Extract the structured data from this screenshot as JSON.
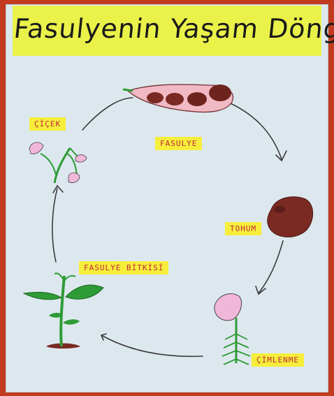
{
  "poster": {
    "title": "Fasulyenin Yaşam Döngüsü"
  },
  "stages": {
    "bean_label": "FASULYE",
    "seed_label": "TOHUM",
    "germination_label": "ÇİMLENME",
    "plant_label": "FASULYE BİTKİSİ",
    "flower_label": "ÇİÇEK"
  },
  "colors": {
    "background": "#c23a1f",
    "paper": "#dde8ee",
    "title_strip": "#eaf24a",
    "label_bg": "#f6ee3a",
    "label_text": "#c02a3a",
    "leaf": "#2e9b36",
    "seed": "#7a2a22",
    "flower": "#f0b7d8"
  }
}
